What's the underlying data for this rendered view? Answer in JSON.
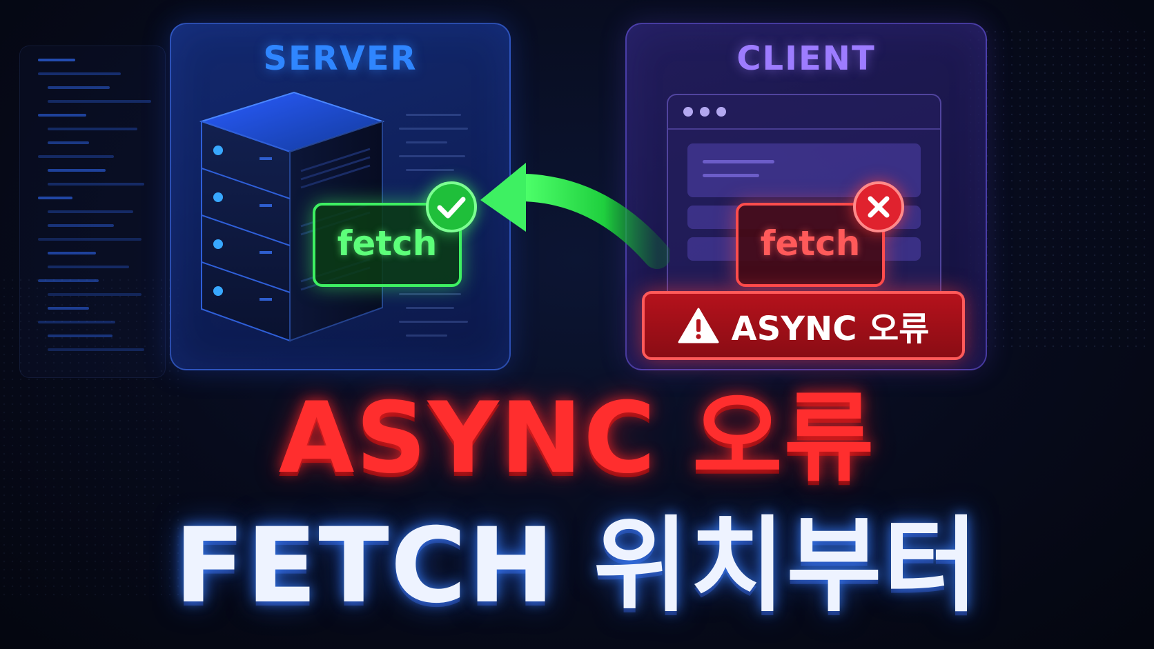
{
  "server_panel": {
    "title": "SERVER",
    "fetch_label": "fetch",
    "status_icon": "check-icon"
  },
  "client_panel": {
    "title": "CLIENT",
    "fetch_label": "fetch",
    "status_icon": "x-icon",
    "error_banner": {
      "icon": "warning-icon",
      "text": "ASYNC 오류"
    }
  },
  "headline": {
    "line1": "ASYNC 오류",
    "line2": "FETCH 위치부터"
  },
  "colors": {
    "server_accent": "#2f86ff",
    "client_accent": "#9d7cff",
    "success": "#3ef062",
    "error": "#ff2e2e",
    "background": "#070b1c"
  }
}
